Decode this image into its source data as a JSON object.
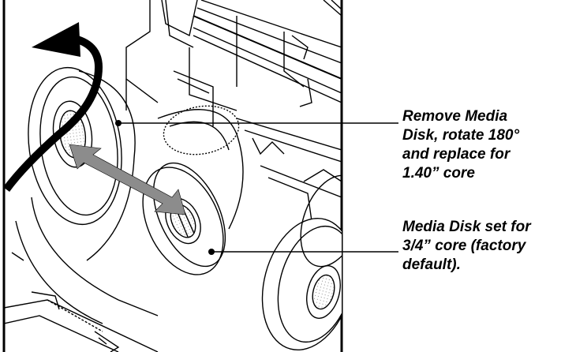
{
  "callouts": {
    "remove_disk": "Remove Media\nDisk, rotate 180°\nand replace for\n1.40” core",
    "factory_default": "Media Disk set for\n3/4” core (factory\ndefault)."
  },
  "colors": {
    "line": "#000000",
    "arrow_fill": "#8c8c8c",
    "paper": "#ffffff"
  },
  "icons": {
    "rotation_arrow": "curved-arrow-counterclockwise",
    "double_arrow": "double-headed-arrow"
  }
}
